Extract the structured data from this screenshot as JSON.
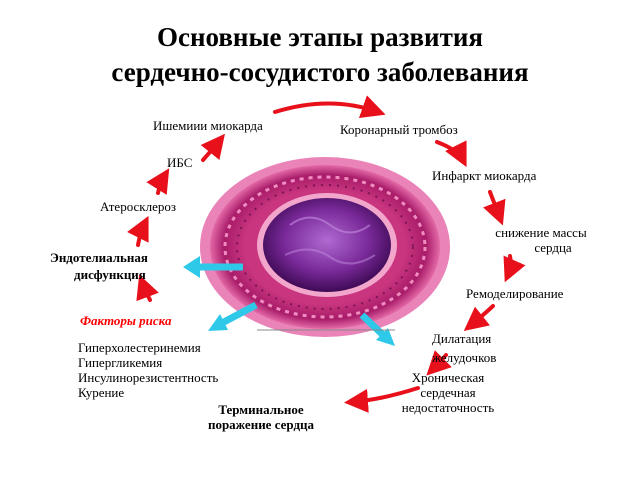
{
  "title": {
    "line1": "Основные этапы развития",
    "line2": "сердечно-сосудистого заболевания"
  },
  "stages": {
    "ischemia": "Ишемиии   миокарда",
    "coronary_thrombosis": "Коронарный тромбоз",
    "ibs": "ИБС",
    "myocardial_infarction": "Инфаркт миокарда",
    "atherosclerosis": "Атеросклероз",
    "mass_loss_line1": "снижение массы",
    "mass_loss_line2": "сердца",
    "endothelial_line1": "Эндотелиальная",
    "endothelial_line2": "дисфункция",
    "remodeling": "Ремоделирование",
    "risk_factors": "Факторы риска",
    "dilation_line1": "Дилатация",
    "dilation_line2": "желудочков",
    "chronic_line1": "Хроническая",
    "chronic_line2": "сердечная",
    "chronic_line3": "недостаточность",
    "terminal_line1": "Терминальное",
    "terminal_line2": "поражение сердца"
  },
  "risk_list": [
    "Гиперхолестеринемия",
    "Гипергликемия",
    "Инсулинорезистентность",
    "Курение"
  ],
  "colors": {
    "red_arrow": "#e8101a",
    "cyan_arrow": "#2ec8e8",
    "vessel_outer": "#e05a9a",
    "vessel_wall": "#b8227a",
    "lumen": "#7a2a9a"
  },
  "icons": {
    "artery": "artery-cross-section-image"
  }
}
